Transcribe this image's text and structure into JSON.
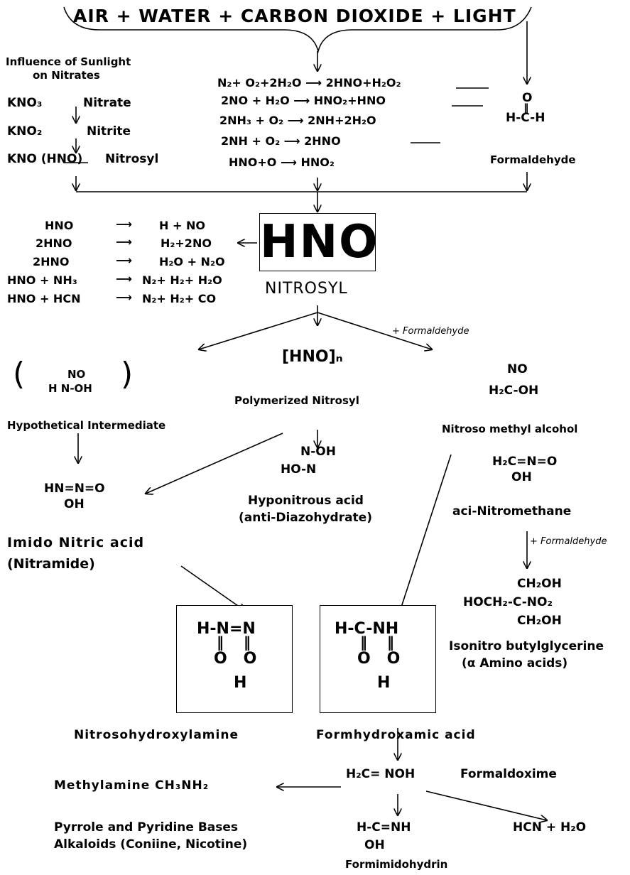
{
  "title": "AIR + WATER + CARBON DIOXIDE + LIGHT",
  "sunlight": {
    "heading1": "Influence of Sunlight",
    "heading2": "on Nitrates",
    "rows": [
      {
        "formula": "KNO₃",
        "name": "Nitrate"
      },
      {
        "formula": "KNO₂",
        "name": "Nitrite"
      },
      {
        "formula": "KNO (HNO)",
        "name": "Nitrosyl"
      }
    ]
  },
  "reactions_top": [
    "N₂+ O₂+2H₂O ⟶ 2HNO+H₂O₂",
    "2NO + H₂O ⟶ HNO₂+HNO",
    "2NH₃ + O₂ ⟶ 2NH+2H₂O",
    "2NH + O₂ ⟶ 2HNO",
    "HNO+O ⟶ HNO₂"
  ],
  "formaldehyde": {
    "structure_o": "O",
    "structure_bond": "‖",
    "structure_main": "H-C-H",
    "label": "Formaldehyde"
  },
  "hno_box": "HNO",
  "nitrosyl_label": "NITROSYL",
  "hno_reactions": [
    {
      "left": "HNO",
      "right": "H + NO"
    },
    {
      "left": "2HNO",
      "right": "H₂+2NO"
    },
    {
      "left": "2HNO",
      "right": "H₂O + N₂O"
    },
    {
      "left": "HNO + NH₃",
      "right": "N₂+ H₂+ H₂O"
    },
    {
      "left": "HNO + HCN",
      "right": "N₂+ H₂+ CO"
    }
  ],
  "plus_formaldehyde_1": "+ Formaldehyde",
  "plus_formaldehyde_2": "+ Formaldehyde",
  "hypothetical": {
    "line1": "NO",
    "line2": "H N-OH",
    "label": "Hypothetical  Intermediate"
  },
  "polymerized": {
    "formula": "[HNO]ₙ",
    "label": "Polymerized Nitrosyl"
  },
  "nitroso_methyl": {
    "line1": "NO",
    "line2": "H₂C-OH",
    "label": "Nitroso methyl alcohol"
  },
  "hyponitrous": {
    "line1": "N-OH",
    "line2": "HO-N",
    "label1": "Hyponitrous acid",
    "label2": "(anti-Diazohydrate)"
  },
  "imido": {
    "line1": "HN=N=O",
    "line2": "OH",
    "label1": "Imido  Nitric acid",
    "label2": "(Nitramide)"
  },
  "aci": {
    "line1": "H₂C=N=O",
    "line2": "OH",
    "label": "aci-Nitromethane"
  },
  "isonitro": {
    "line1": "CH₂OH",
    "line2": "HOCH₂-C-NO₂",
    "line3": "CH₂OH",
    "label1": "Isonitro  butylglycerine",
    "label2": "(α Amino acids)"
  },
  "box_left": {
    "top": "H-N=N",
    "mid": "O   O",
    "bot": "H"
  },
  "box_right": {
    "top": "H-C-NH",
    "mid": "O   O",
    "bot": "H"
  },
  "nitrosohydroxylamine": "Nitrosohydroxylamine",
  "formhydroxamic": "Formhydroxamic  acid",
  "formaldoxime": {
    "formula": "H₂C= NOH",
    "label": "Formaldoxime"
  },
  "methylamine": "Methylamine  CH₃NH₂",
  "bases1": "Pyrrole and Pyridine  Bases",
  "bases2": "Alkaloids (Coniine, Nicotine)",
  "formimido": {
    "line1": "H-C=NH",
    "line2": "OH",
    "label": "Formimidohydrin"
  },
  "hcn": "HCN + H₂O"
}
